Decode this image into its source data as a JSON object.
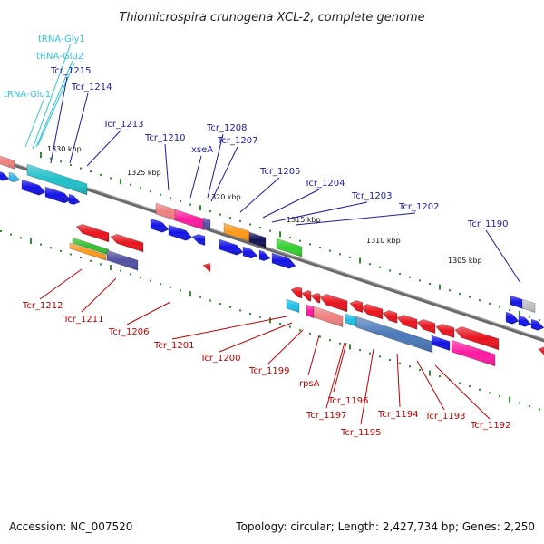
{
  "title": "Thiomicrospira crunogena XCL-2, complete genome",
  "footer": {
    "accession": "Accession: NC_007520",
    "topology": "Topology: circular; Length: 2,427,734 bp; Genes: 2,250"
  },
  "scale_labels": [
    "1330 kbp",
    "1325 kbp",
    "1320 kbp",
    "1315 kbp",
    "1310 kbp",
    "1305 kbp"
  ],
  "colors": {
    "forward_label": "#1a1aa0",
    "reverse_label": "#c00000",
    "trna_label": "#33c3d6",
    "backbone": "#7a7a7a",
    "tick": "#2e8b2e"
  },
  "labels": {
    "forward": [
      "Tcr_1215",
      "Tcr_1214",
      "Tcr_1213",
      "Tcr_1210",
      "xseA",
      "Tcr_1208",
      "Tcr_1207",
      "Tcr_1205",
      "Tcr_1204",
      "Tcr_1203",
      "Tcr_1202",
      "Tcr_1190"
    ],
    "trna": [
      "tRNA-Gly1",
      "tRNA-Glu2",
      "tRNA-Glu1"
    ],
    "reverse": [
      "Tcr_1212",
      "Tcr_1211",
      "Tcr_1206",
      "Tcr_1201",
      "Tcr_1200",
      "Tcr_1199",
      "rpsA",
      "Tcr_1196",
      "Tcr_1197",
      "Tcr_1195",
      "Tcr_1194",
      "Tcr_1193",
      "Tcr_1192"
    ]
  }
}
